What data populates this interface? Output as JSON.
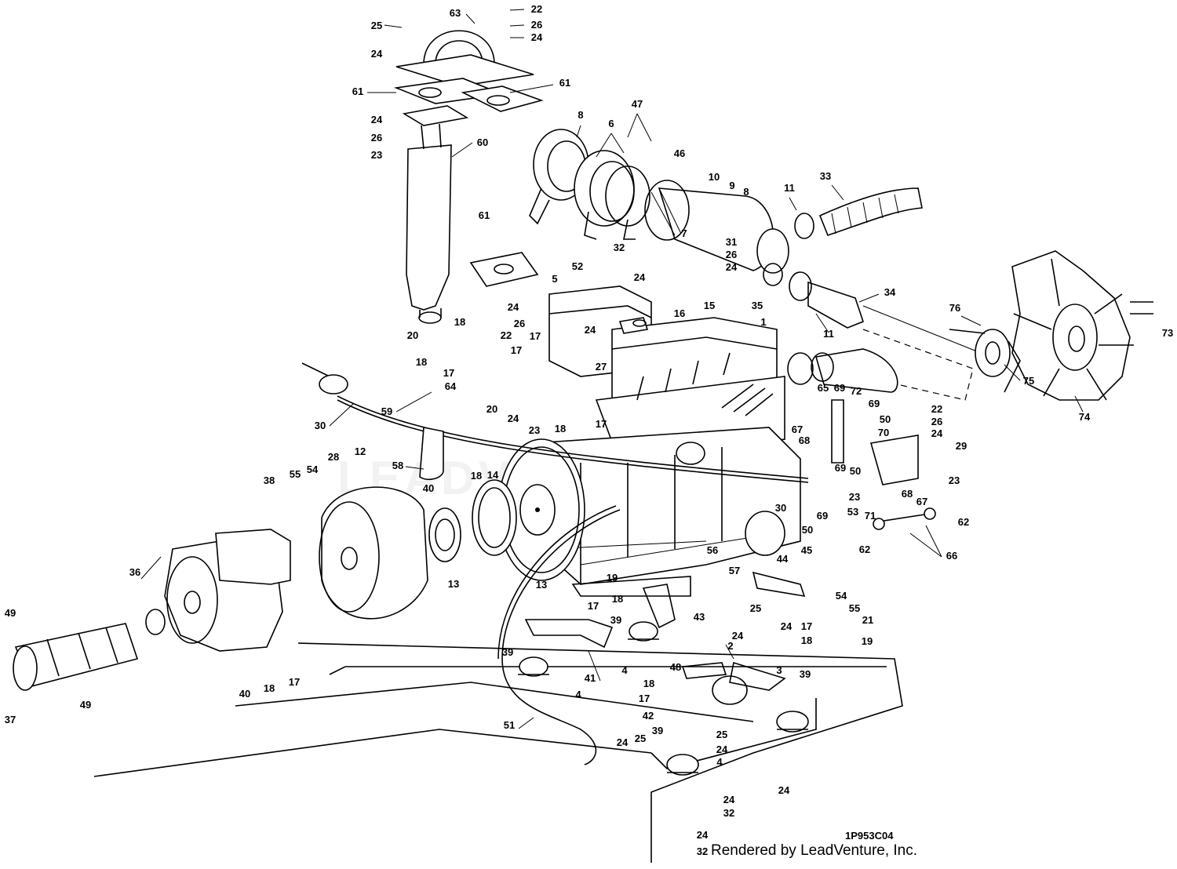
{
  "diagram": {
    "drawing_code": "1P953C04",
    "credit": "Rendered by LeadVenture, Inc.",
    "callouts": [
      {
        "id": "c25a",
        "label": "25"
      },
      {
        "id": "c63",
        "label": "63"
      },
      {
        "id": "c22a",
        "label": "22"
      },
      {
        "id": "c26a",
        "label": "26"
      },
      {
        "id": "c24a",
        "label": "24"
      },
      {
        "id": "c24b",
        "label": "24"
      },
      {
        "id": "c61a",
        "label": "61"
      },
      {
        "id": "c61b",
        "label": "61"
      },
      {
        "id": "c24c",
        "label": "24"
      },
      {
        "id": "c26b",
        "label": "26"
      },
      {
        "id": "c23a",
        "label": "23"
      },
      {
        "id": "c60",
        "label": "60"
      },
      {
        "id": "c8a",
        "label": "8"
      },
      {
        "id": "c6",
        "label": "6"
      },
      {
        "id": "c47",
        "label": "47"
      },
      {
        "id": "c46",
        "label": "46"
      },
      {
        "id": "c10",
        "label": "10"
      },
      {
        "id": "c9",
        "label": "9"
      },
      {
        "id": "c8b",
        "label": "8"
      },
      {
        "id": "c11a",
        "label": "11"
      },
      {
        "id": "c33",
        "label": "33"
      },
      {
        "id": "c61c",
        "label": "61"
      },
      {
        "id": "c7",
        "label": "7"
      },
      {
        "id": "c31",
        "label": "31"
      },
      {
        "id": "c32a",
        "label": "32"
      },
      {
        "id": "c26c",
        "label": "26"
      },
      {
        "id": "c24d",
        "label": "24"
      },
      {
        "id": "c52",
        "label": "52"
      },
      {
        "id": "c24e",
        "label": "24"
      },
      {
        "id": "c5",
        "label": "5"
      },
      {
        "id": "c15",
        "label": "15"
      },
      {
        "id": "c35",
        "label": "35"
      },
      {
        "id": "c16",
        "label": "16"
      },
      {
        "id": "c34",
        "label": "34"
      },
      {
        "id": "c24f",
        "label": "24"
      },
      {
        "id": "c26d",
        "label": "26"
      },
      {
        "id": "c22b",
        "label": "22"
      },
      {
        "id": "c1",
        "label": "1"
      },
      {
        "id": "c11b",
        "label": "11"
      },
      {
        "id": "c76",
        "label": "76"
      },
      {
        "id": "c73",
        "label": "73"
      },
      {
        "id": "c75",
        "label": "75"
      },
      {
        "id": "c74",
        "label": "74"
      },
      {
        "id": "c20a",
        "label": "20"
      },
      {
        "id": "c18a",
        "label": "18"
      },
      {
        "id": "c17a",
        "label": "17"
      },
      {
        "id": "c17b",
        "label": "17"
      },
      {
        "id": "c24g",
        "label": "24"
      },
      {
        "id": "c27",
        "label": "27"
      },
      {
        "id": "c18b",
        "label": "18"
      },
      {
        "id": "c17c",
        "label": "17"
      },
      {
        "id": "c64",
        "label": "64"
      },
      {
        "id": "c59",
        "label": "59"
      },
      {
        "id": "c20b",
        "label": "20"
      },
      {
        "id": "c24h",
        "label": "24"
      },
      {
        "id": "c23b",
        "label": "23"
      },
      {
        "id": "c18c",
        "label": "18"
      },
      {
        "id": "c17d",
        "label": "17"
      },
      {
        "id": "c30a",
        "label": "30"
      },
      {
        "id": "c65",
        "label": "65"
      },
      {
        "id": "c69a",
        "label": "69"
      },
      {
        "id": "c72",
        "label": "72"
      },
      {
        "id": "c69b",
        "label": "69"
      },
      {
        "id": "c50a",
        "label": "50"
      },
      {
        "id": "c70",
        "label": "70"
      },
      {
        "id": "c67a",
        "label": "67"
      },
      {
        "id": "c68a",
        "label": "68"
      },
      {
        "id": "c22c",
        "label": "22"
      },
      {
        "id": "c26e",
        "label": "26"
      },
      {
        "id": "c24i",
        "label": "24"
      },
      {
        "id": "c29",
        "label": "29"
      },
      {
        "id": "c69c",
        "label": "69"
      },
      {
        "id": "c50b",
        "label": "50"
      },
      {
        "id": "c23c",
        "label": "23"
      },
      {
        "id": "c68b",
        "label": "68"
      },
      {
        "id": "c67b",
        "label": "67"
      },
      {
        "id": "c23d",
        "label": "23"
      },
      {
        "id": "c30b",
        "label": "30"
      },
      {
        "id": "c69d",
        "label": "69"
      },
      {
        "id": "c53",
        "label": "53"
      },
      {
        "id": "c71",
        "label": "71"
      },
      {
        "id": "c62a",
        "label": "62"
      },
      {
        "id": "c50c",
        "label": "50"
      },
      {
        "id": "c62b",
        "label": "62"
      },
      {
        "id": "c66",
        "label": "66"
      },
      {
        "id": "c45",
        "label": "45"
      },
      {
        "id": "c28",
        "label": "28"
      },
      {
        "id": "c12",
        "label": "12"
      },
      {
        "id": "c58",
        "label": "58"
      },
      {
        "id": "c18d",
        "label": "18"
      },
      {
        "id": "c14",
        "label": "14"
      },
      {
        "id": "c38",
        "label": "38"
      },
      {
        "id": "c55a",
        "label": "55"
      },
      {
        "id": "c54a",
        "label": "54"
      },
      {
        "id": "c40a",
        "label": "40"
      },
      {
        "id": "c13a",
        "label": "13"
      },
      {
        "id": "c13b",
        "label": "13"
      },
      {
        "id": "c56",
        "label": "56"
      },
      {
        "id": "c57",
        "label": "57"
      },
      {
        "id": "c36",
        "label": "36"
      },
      {
        "id": "c44",
        "label": "44"
      },
      {
        "id": "c19a",
        "label": "19"
      },
      {
        "id": "c18e",
        "label": "18"
      },
      {
        "id": "c17e",
        "label": "17"
      },
      {
        "id": "c43",
        "label": "43"
      },
      {
        "id": "c39a",
        "label": "39"
      },
      {
        "id": "c54b",
        "label": "54"
      },
      {
        "id": "c55b",
        "label": "55"
      },
      {
        "id": "c21",
        "label": "21"
      },
      {
        "id": "c17f",
        "label": "17"
      },
      {
        "id": "c18f",
        "label": "18"
      },
      {
        "id": "c19b",
        "label": "19"
      },
      {
        "id": "c49a",
        "label": "49"
      },
      {
        "id": "c25b",
        "label": "25"
      },
      {
        "id": "c24j",
        "label": "24"
      },
      {
        "id": "c24k",
        "label": "24"
      },
      {
        "id": "c2",
        "label": "2"
      },
      {
        "id": "c39b",
        "label": "39"
      },
      {
        "id": "c4a",
        "label": "4"
      },
      {
        "id": "c41",
        "label": "41"
      },
      {
        "id": "c3",
        "label": "3"
      },
      {
        "id": "c39c",
        "label": "39"
      },
      {
        "id": "c48",
        "label": "48"
      },
      {
        "id": "c40b",
        "label": "40"
      },
      {
        "id": "c18g",
        "label": "18"
      },
      {
        "id": "c17g",
        "label": "17"
      },
      {
        "id": "c4b",
        "label": "4"
      },
      {
        "id": "c37",
        "label": "37"
      },
      {
        "id": "c49b",
        "label": "49"
      },
      {
        "id": "c18h",
        "label": "18"
      },
      {
        "id": "c17h",
        "label": "17"
      },
      {
        "id": "c42",
        "label": "42"
      },
      {
        "id": "c51",
        "label": "51"
      },
      {
        "id": "c39d",
        "label": "39"
      },
      {
        "id": "c25c",
        "label": "25"
      },
      {
        "id": "c24l",
        "label": "24"
      },
      {
        "id": "c25d",
        "label": "25"
      },
      {
        "id": "c24m",
        "label": "24"
      },
      {
        "id": "c4c",
        "label": "4"
      },
      {
        "id": "c24n",
        "label": "24"
      },
      {
        "id": "c24o",
        "label": "24"
      },
      {
        "id": "c32b",
        "label": "32"
      },
      {
        "id": "c24p",
        "label": "24"
      },
      {
        "id": "c32c",
        "label": "32"
      }
    ]
  }
}
